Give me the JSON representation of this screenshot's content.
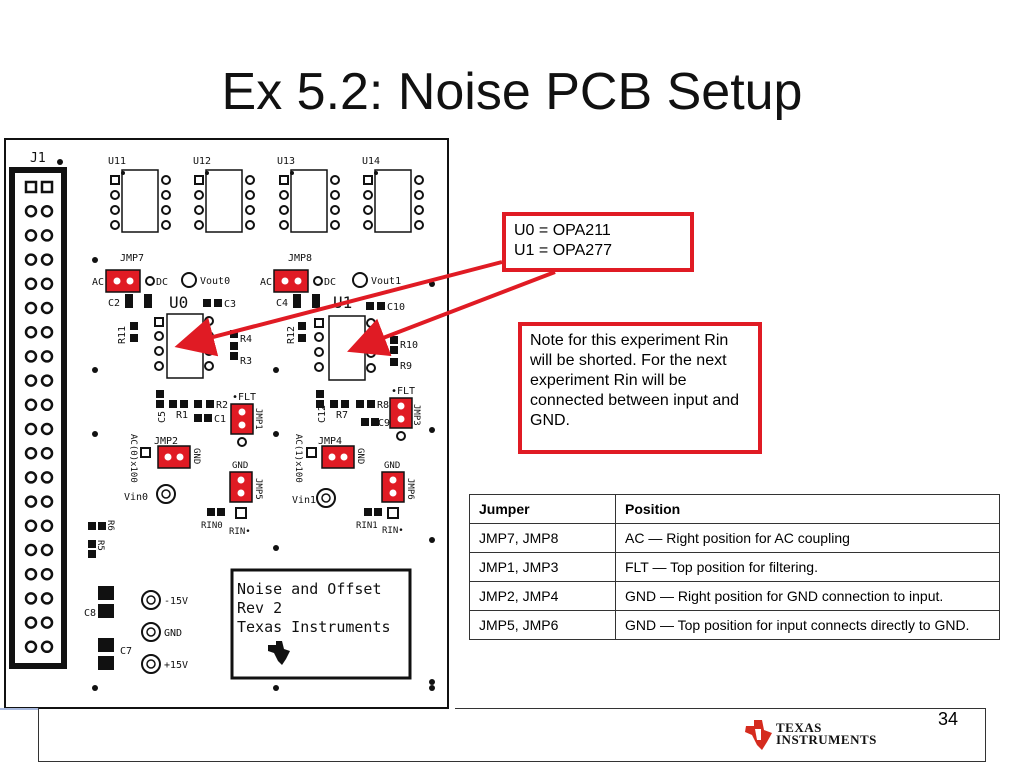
{
  "slide": {
    "title": "Ex 5.2: Noise PCB Setup",
    "number": "34"
  },
  "board": {
    "connector_label": "J1",
    "sockets": [
      "U11",
      "U12",
      "U13",
      "U14"
    ],
    "channels": [
      {
        "amp": "U0",
        "jumper_top": "JMP7",
        "ac": "AC",
        "dc": "DC",
        "vout": "Vout0",
        "cap_left": "C2",
        "cap_right": "C3",
        "r_side": "R11",
        "r_a": "R4",
        "r_b": "R3",
        "c_low": "C5",
        "r_low": "R1",
        "r_low2": "R2",
        "c_low2": "C1",
        "flt": "•FLT",
        "jmp_flt": "JMP1",
        "jmp_gnd_sel": "JMP2",
        "sel_label": "AC(0)x100",
        "gnd": "GND",
        "gnd2": "GND",
        "jmp_in": "JMP5",
        "vin": "Vin0",
        "rin_lbl": "RIN0",
        "rin_dot": "RIN•"
      },
      {
        "amp": "U1",
        "jumper_top": "JMP8",
        "ac": "AC",
        "dc": "DC",
        "vout": "Vout1",
        "cap_left": "C4",
        "cap_right": "C10",
        "r_side": "R12",
        "r_a": "R10",
        "r_b": "R9",
        "c_low": "C12",
        "r_low": "R7",
        "r_low2": "R8",
        "c_low2": "C9",
        "flt": "•FLT",
        "jmp_flt": "JMP3",
        "jmp_gnd_sel": "JMP4",
        "sel_label": "AC(1)x100",
        "gnd": "GND",
        "gnd2": "GND",
        "jmp_in": "JMP6",
        "vin": "Vin1",
        "rin_lbl": "RIN1",
        "rin_dot": "RIN•"
      }
    ],
    "power": {
      "c8": "C8",
      "c7": "C7",
      "neg": "-15V",
      "gnd": "GND",
      "pos": "+15V",
      "r6": "R6",
      "r5": "R5"
    },
    "silk_box": [
      "Noise and Offset",
      "Rev 2",
      "Texas Instruments"
    ]
  },
  "callouts": {
    "amps": [
      "U0 = OPA211",
      "U1 = OPA277"
    ],
    "note": "Note for this experiment Rin will be shorted.  For the next experiment Rin will be connected between input and GND."
  },
  "jumper_table": {
    "headers": [
      "Jumper",
      "Position"
    ],
    "rows": [
      [
        "JMP7, JMP8",
        "AC — Right position for AC coupling"
      ],
      [
        "JMP1, JMP3",
        "FLT — Top position for filtering."
      ],
      [
        "JMP2, JMP4",
        "GND — Right position for GND connection to input."
      ],
      [
        "JMP5, JMP6",
        "GND — Top position for input connects directly to GND."
      ]
    ]
  },
  "footer": {
    "logo_line1": "TEXAS",
    "logo_line2": "INSTRUMENTS"
  },
  "colors": {
    "callout_border": "#e01b24",
    "jumper_red": "#e01b24"
  }
}
